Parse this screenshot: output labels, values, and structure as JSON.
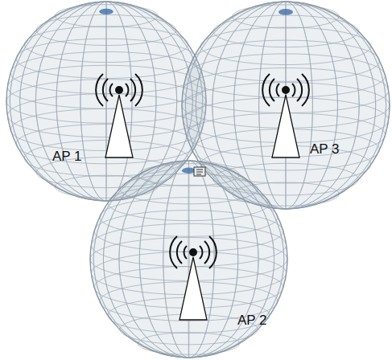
{
  "diagram": {
    "nodes": [
      {
        "text": [
          "AP 1"
        ]
      },
      {
        "text": [
          "AP 3"
        ]
      },
      {
        "text": [
          "AP 2"
        ]
      }
    ]
  }
}
